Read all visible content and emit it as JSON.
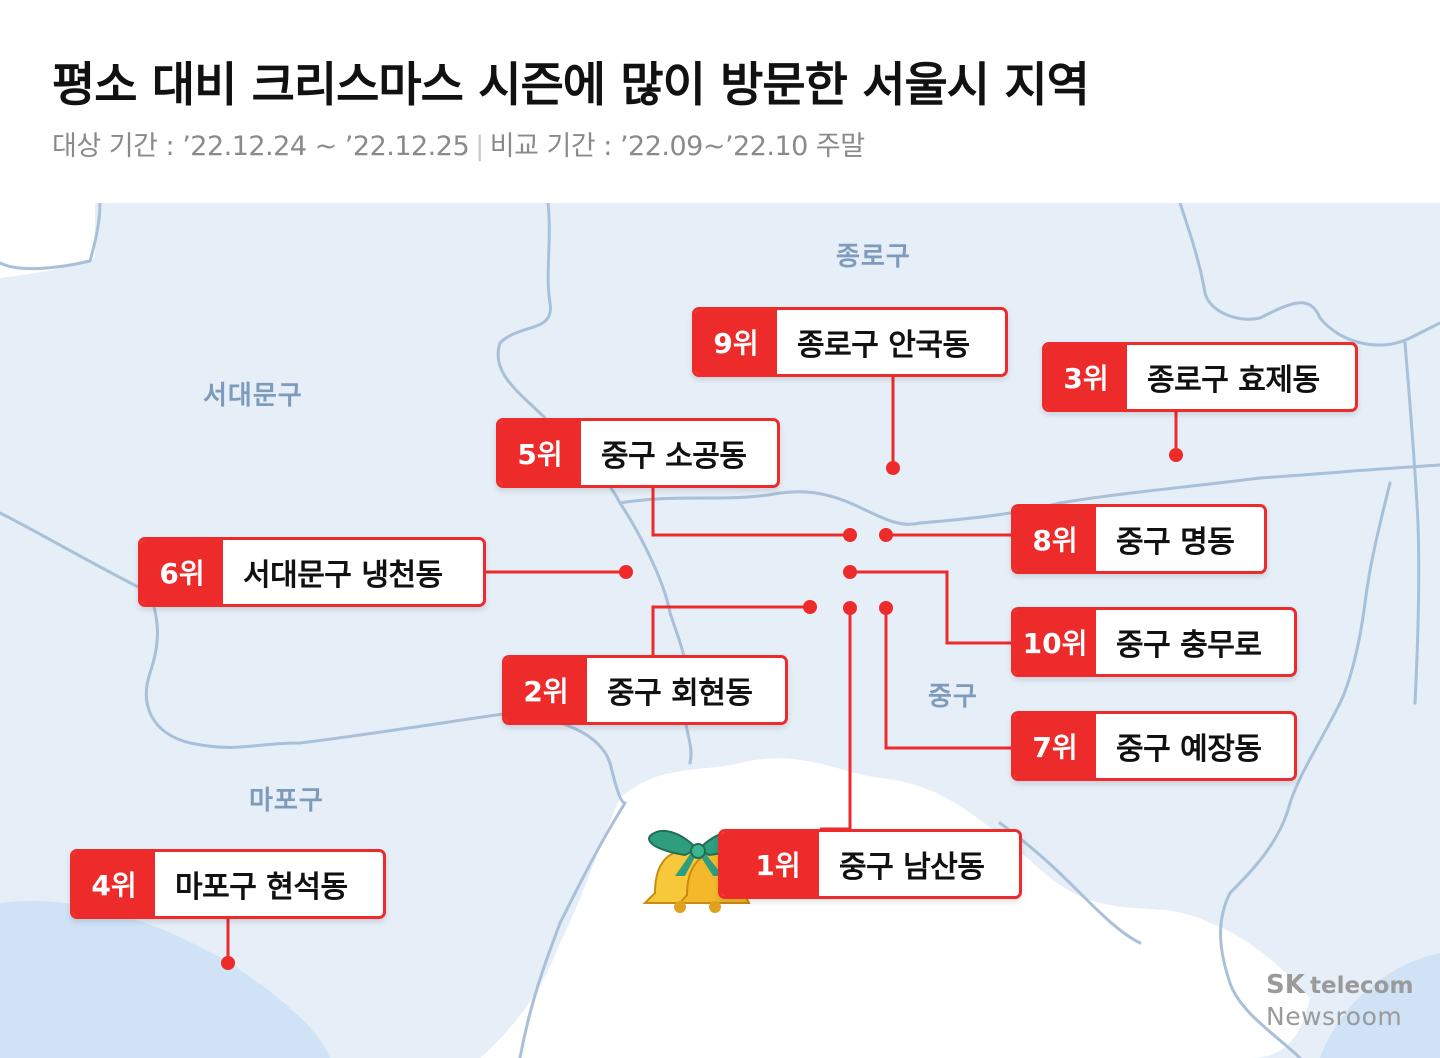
{
  "header": {
    "title": "평소 대비 크리스마스 시즌에 많이 방문한 서울시 지역",
    "target_period": "대상 기간 : ’22.12.24 ~ ’22.12.25",
    "separator": "|",
    "compare_period": "비교 기간 : ’22.09~’22.10 주말"
  },
  "map": {
    "districts": {
      "jongno": "종로구",
      "seodaemun": "서대문구",
      "junggu": "중구",
      "mapo": "마포구"
    },
    "rankings": [
      {
        "rank": "1위",
        "place": "중구 남산동"
      },
      {
        "rank": "2위",
        "place": "중구 회현동"
      },
      {
        "rank": "3위",
        "place": "종로구 효제동"
      },
      {
        "rank": "4위",
        "place": "마포구 현석동"
      },
      {
        "rank": "5위",
        "place": "중구 소공동"
      },
      {
        "rank": "6위",
        "place": "서대문구 냉천동"
      },
      {
        "rank": "7위",
        "place": "중구 예장동"
      },
      {
        "rank": "8위",
        "place": "중구 명동"
      },
      {
        "rank": "9위",
        "place": "종로구 안국동"
      },
      {
        "rank": "10위",
        "place": "중구 충무로"
      }
    ],
    "colors": {
      "accent": "#ee2b2b",
      "land": "#e6eef8",
      "boundary": "#a9c0d8",
      "park": "#ffffff",
      "river": "#cfe2f6"
    },
    "decoration_icon": "christmas-bell-icon"
  },
  "footer": {
    "logo_sk": "SK",
    "logo_telecom": "telecom",
    "logo_newsroom": "Newsroom"
  }
}
